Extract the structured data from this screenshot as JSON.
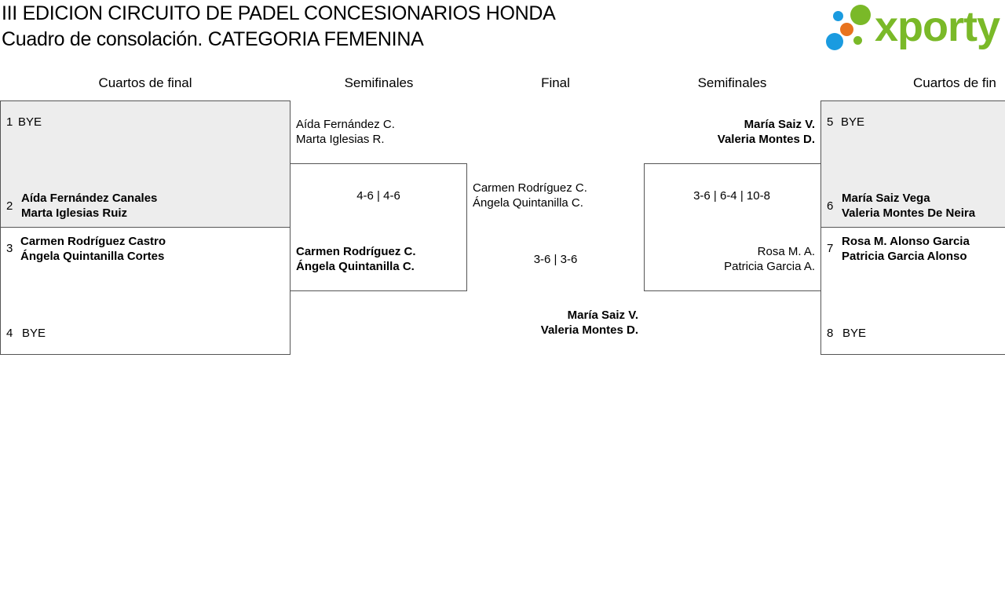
{
  "header": {
    "title_line1": "III EDICION CIRCUITO DE PADEL CONCESIONARIOS HONDA",
    "title_line2": "Cuadro de consolación. CATEGORIA FEMENINA",
    "logo_text": "xporty",
    "logo_colors": [
      "#7ab928",
      "#1a9be0",
      "#e8731e"
    ]
  },
  "rounds": {
    "quarters_left": "Cuartos de final",
    "semis_left": "Semifinales",
    "final": "Final",
    "semis_right": "Semifinales",
    "quarters_right": "Cuartos de fin"
  },
  "left_quarters": {
    "s1_num": "1",
    "s1_player1": "BYE",
    "s2_num": "2",
    "s2_player1": "Aída Fernández Canales",
    "s2_player2": "Marta Iglesias Ruiz",
    "s3_num": "3",
    "s3_player1": "Carmen Rodríguez Castro",
    "s3_player2": "Ángela Quintanilla Cortes",
    "s4_num": "4",
    "s4_player1": "BYE"
  },
  "left_semis": {
    "top_p1": "Aída Fernández C.",
    "top_p2": "Marta Iglesias R.",
    "score": "4-6 | 4-6",
    "bottom_p1": "Carmen Rodríguez C.",
    "bottom_p2": "Ángela Quintanilla C."
  },
  "final": {
    "left_p1": "Carmen Rodríguez C.",
    "left_p2": "Ángela Quintanilla C.",
    "score": "3-6 | 3-6",
    "winner_p1": "María Saiz V.",
    "winner_p2": "Valeria Montes D."
  },
  "right_semis": {
    "top_p1": "María Saiz V.",
    "top_p2": "Valeria Montes D.",
    "score": "3-6 | 6-4 | 10-8",
    "bottom_p1": "Rosa M. A.",
    "bottom_p2": "Patricia Garcia A."
  },
  "right_quarters": {
    "s5_num": "5",
    "s5_player1": "BYE",
    "s6_num": "6",
    "s6_player1": "María Saiz Vega",
    "s6_player2": "Valeria Montes De Neira",
    "s7_num": "7",
    "s7_player1": "Rosa M. Alonso Garcia",
    "s7_player2": "Patricia Garcia Alonso",
    "s8_num": "8",
    "s8_player1": "BYE"
  }
}
